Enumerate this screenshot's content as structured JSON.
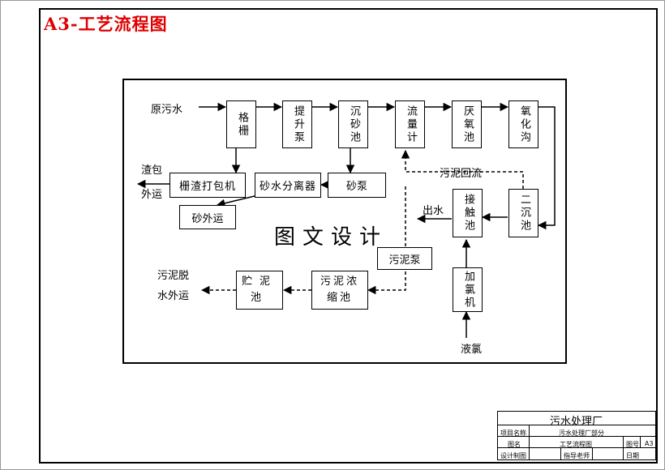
{
  "sheet_title": "A3-工艺流程图",
  "diagram": {
    "center_title": "图文设计",
    "inputs": {
      "raw_sewage": "原污水",
      "liquid_chlorine": "液氯"
    },
    "boxes": {
      "screen": "格栅",
      "lift_pump": "提升泵",
      "grit_chamber": "沉砂池",
      "flow_meter": "流量计",
      "anaerobic_tank": "厌氧池",
      "oxidation_ditch": "氧化沟",
      "secondary_clarifier": "二沉池",
      "contact_tank": "接触池",
      "chlorinator": "加氯机",
      "screenings_baler": "栅渣打包机",
      "grit_separator": "砂水分离器",
      "grit_pump": "砂泵",
      "sand_out": "砂外运",
      "sludge_pump": "污泥泵",
      "sludge_thickener": "污泥浓缩池",
      "sludge_storage": "贮泥池"
    },
    "labels": {
      "bale_out_1": "渣包",
      "bale_out_2": "外运",
      "sludge_return": "污泥回流",
      "effluent": "出水",
      "sludge_dewater_1": "污泥脱",
      "sludge_dewater_2": "水外运"
    }
  },
  "title_block": {
    "plant_name": "污水处理厂",
    "project_label": "项目名称",
    "project_value": "污水处理厂部分",
    "drawing_label": "图名",
    "drawing_value": "工艺流程图",
    "number_label": "图号",
    "number_value": "A3",
    "designer_label": "设计制图",
    "advisor_label": "指导老师",
    "date_label": "日期"
  }
}
